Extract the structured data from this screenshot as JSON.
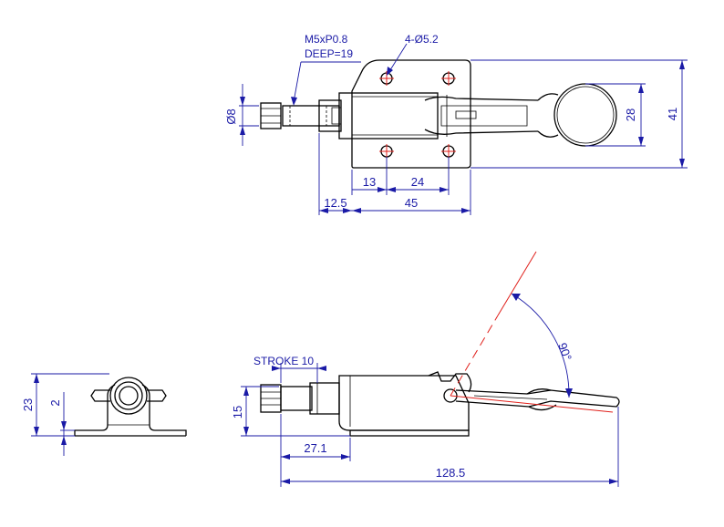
{
  "labels": {
    "thread": "M5xP0.8",
    "deep": "DEEP=19",
    "holes": "4-Ø5.2",
    "shaft_dia": "Ø8",
    "ring_dia": "28",
    "height_41": "41",
    "d13": "13",
    "d24": "24",
    "d12_5": "12.5",
    "d45": "45",
    "stroke": "STROKE 10",
    "d15": "15",
    "d27_1": "27.1",
    "d128_5": "128.5",
    "angle": "90°",
    "d23": "23",
    "d2": "2"
  },
  "colors": {
    "line": "#000000",
    "dimension": "#1a1aa6",
    "centerline": "#e0201b"
  }
}
